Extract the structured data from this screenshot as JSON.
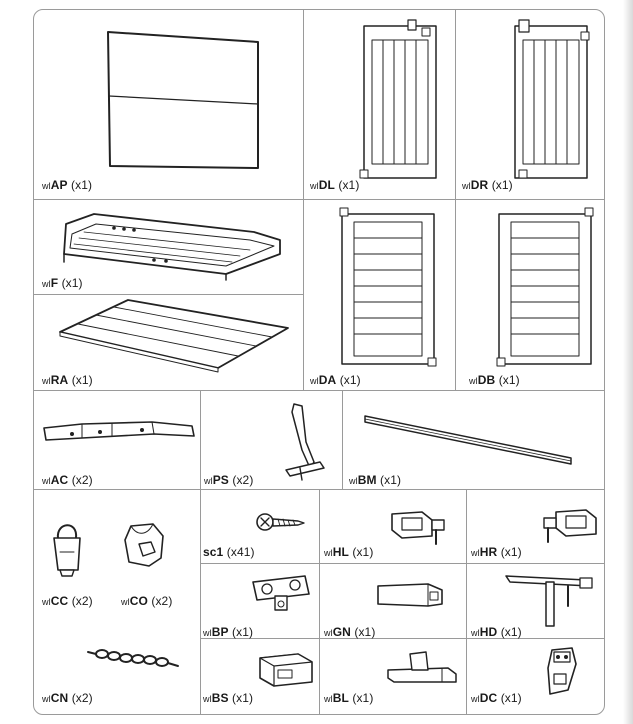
{
  "parts": [
    {
      "prefix": "wl",
      "code": "AP",
      "qty": "(x1)"
    },
    {
      "prefix": "wl",
      "code": "DL",
      "qty": "(x1)"
    },
    {
      "prefix": "wl",
      "code": "DR",
      "qty": "(x1)"
    },
    {
      "prefix": "wl",
      "code": "F",
      "qty": "(x1)"
    },
    {
      "prefix": "wl",
      "code": "RA",
      "qty": "(x1)"
    },
    {
      "prefix": "wl",
      "code": "DA",
      "qty": "(x1)"
    },
    {
      "prefix": "wl",
      "code": "DB",
      "qty": "(x1)"
    },
    {
      "prefix": "wl",
      "code": "AC",
      "qty": "(x2)"
    },
    {
      "prefix": "wl",
      "code": "PS",
      "qty": "(x2)"
    },
    {
      "prefix": "wl",
      "code": "BM",
      "qty": "(x1)"
    },
    {
      "prefix": "wl",
      "code": "CC",
      "qty": "(x2)"
    },
    {
      "prefix": "wl",
      "code": "CO",
      "qty": "(x2)"
    },
    {
      "prefix": "wl",
      "code": "CN",
      "qty": "(x2)"
    },
    {
      "prefix": "",
      "code": "sc1",
      "qty": "(x41)"
    },
    {
      "prefix": "wl",
      "code": "HL",
      "qty": "(x1)"
    },
    {
      "prefix": "wl",
      "code": "HR",
      "qty": "(x1)"
    },
    {
      "prefix": "wl",
      "code": "BP",
      "qty": "(x1)"
    },
    {
      "prefix": "wl",
      "code": "GN",
      "qty": "(x1)"
    },
    {
      "prefix": "wl",
      "code": "HD",
      "qty": "(x1)"
    },
    {
      "prefix": "wl",
      "code": "BS",
      "qty": "(x1)"
    },
    {
      "prefix": "wl",
      "code": "BL",
      "qty": "(x1)"
    },
    {
      "prefix": "wl",
      "code": "DC",
      "qty": "(x1)"
    }
  ]
}
